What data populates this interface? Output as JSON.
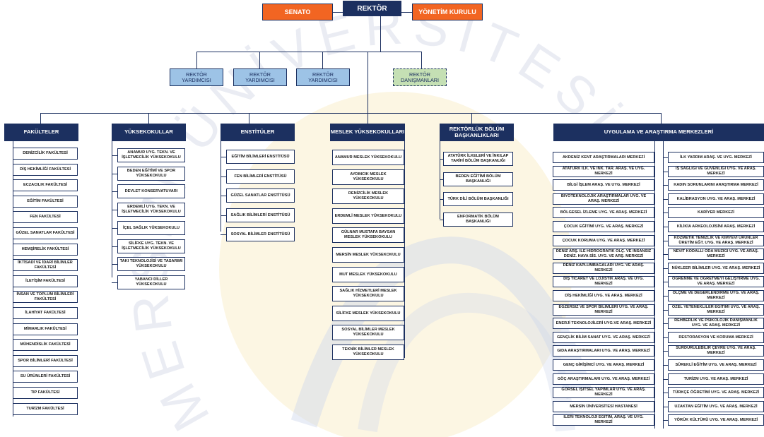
{
  "top": {
    "rektor": "REKTÖR",
    "senato": "SENATO",
    "yonetim": "YÖNETİM KURULU"
  },
  "advisors": [
    "REKTÖR\nYARDIMCISI",
    "REKTÖR\nYARDIMCISI",
    "REKTÖR\nYARDIMCISI",
    "REKTÖR\nDANIŞMANLARI"
  ],
  "fakulteler": {
    "title": "FAKÜLTELER",
    "items": [
      "DENİZCİLİK FAKÜLTESİ",
      "DİŞ HEKİMLİĞİ FAKÜLTESİ",
      "ECZACILIK FAKÜLTESİ",
      "EĞİTİM FAKÜLTESİ",
      "FEN FAKÜLTESİ",
      "GÜZEL SANATLAR FAKÜLTESİ",
      "HEMŞİRELİK FAKÜLTESİ",
      "İKTİSADİ VE İDARİ BİLİMLER FAKÜLTESİ",
      "İLETİŞİM FAKÜLTESİ",
      "İNSAN VE TOPLUM BİLİMLERİ FAKÜLTESİ",
      "İLAHİYAT FAKÜLTESİ",
      "MİMARLIK FAKÜLTESİ",
      "MÜHENDİSLİK FAKÜLTESİ",
      "SPOR BİLİMLERİ FAKÜLTESİ",
      "SU ÜRÜNLERİ FAKÜLTESİ",
      "TIP FAKÜLTESİ",
      "TURİZM FAKÜLTESİ"
    ]
  },
  "yuksekokullar": {
    "title": "YÜKSEKOKULLAR",
    "items": [
      "ANAMUR UYG. TEKN. VE İŞLETMECİLİK YÜKSEKOKULU",
      "BEDEN EĞİTİMİ VE SPOR YÜKSEKOKULU",
      "DEVLET KONSERVATUVARI",
      "ERDEMLİ UYG. TEKN. VE İŞLETMECİLİK YÜKSEKOKULU",
      "İÇEL SAĞLIK YÜKSEKOKULU",
      "SİLİFKE UYG. TEKN. VE İŞLETMECİLİK YÜKSEKOKULU",
      "TAKI TEKNOLOJİSİ VE TASARIMI YÜKSEKOKULU",
      "YABANCI DİLLER YÜKSEKOKULU"
    ]
  },
  "enstituler": {
    "title": "ENSTİTÜLER",
    "items": [
      "EĞİTİM BİLİMLERİ ENSTİTÜSÜ",
      "FEN BİLİMLERİ ENSTİTÜSÜ",
      "GÜZEL SANATLAR ENSTİTÜSÜ",
      "SAĞLIK BİLİMLERİ ENSTİTÜSÜ",
      "SOSYAL BİLİMLER ENSTİTÜSÜ"
    ]
  },
  "meslek": {
    "title": "MESLEK YÜKSEKOKULLARI",
    "items": [
      "ANAMUR MESLEK YÜKSEKOKULU",
      "AYDINCIK MESLEK YÜKSEKOKULU",
      "DENİZCİLİK MESLEK YÜKSEKOKULU",
      "ERDEMLİ MESLEK YÜKSEKOKULU",
      "GÜLNAR MUSTAFA BAYSAN MESLEK YÜKSEKOKULU",
      "MERSİN MESLEK YÜKSEKOKULU",
      "MUT MESLEK YÜKSEKOKULU",
      "SAĞLIK HİZMETLERİ MESLEK YÜKSEKOKULU",
      "SİLİFKE MESLEK YÜKSEKOKULU",
      "SOSYAL BİLİMLER MESLEK YÜKSEKOKULU",
      "TEKNİK BİLİMLER MESLEK YÜKSEKOKULU"
    ]
  },
  "bolum": {
    "title": "REKTÖRLÜK BÖLÜM BAŞKANLIKLARI",
    "items": [
      "ATATÜRK İLKELERİ VE İNKILAP TARİHİ BÖLÜM BAŞKANLIĞI",
      "BEDEN EĞİTİMİ BÖLÜM BAŞKANLIĞI",
      "TÜRK DİLİ BÖLÜM BAŞKANLIĞI",
      "ENFORMATİK BÖLÜM BAŞKANLIĞI"
    ]
  },
  "merkezler": {
    "title": "UYGULAMA VE ARAŞTIRMA MERKEZLERİ",
    "left": [
      "AKDENİZ KENT ARAŞTIRMALARI MERKEZİ",
      "ATATÜRK İLK. VE İNK. TAR. ARAŞ. VE UYG. MERKEZİ",
      "BİLGİ İŞLEM ARAŞ. VE UYG. MERKEZİ",
      "BİYOTEKNOLOJİK ARAŞTIRMALAR UYG. VE ARAŞ. MERKEZİ",
      "BÖLGESEL İZLEME UYG. VE ARAŞ. MERKEZİ",
      "ÇOCUK EĞİTİMİ UYG. VE ARAŞ. MERKEZİ",
      "ÇOCUK KORUMA UYG. VE ARAŞ. MERKEZİ",
      "DENİZ ARŞ. İLE HİDROGRAFİK ÖLÇ. VE İNSANSIZ DENİZ. HAVA SİS. UYG. VE ARŞ. MERKEZİ",
      "DENİZ KAPLUMBAĞALARI UYG. VE ARAŞ. MERKEZİ",
      "DIŞ TİCARET VE LOJİSTİK ARAŞ. VE UYG. MERKEZİ",
      "DİŞ HEKİMLİĞİ UYG. VE ARAŞ. MERKEZİ",
      "EGZERSİZ VE SPOR BİLİMLERİ UYG. VE ARAŞ. MERKEZİ",
      "ENERJİ TEKNOLOJİLERİ UYG.VE ARAŞ. MERKEZİ",
      "GENÇLİK BİLİM SANAT UYG. VE ARAŞ. MERKEZİ",
      "GIDA ARAŞTIRMALARI UYG. VE ARAŞ. MERKEZİ",
      "GENÇ GİRİŞİMCİ UYG. VE ARAŞ. MERKEZİ",
      "GÖÇ ARAŞTIRMALARI UYG. VE ARAŞ. MERKEZİ",
      "GÖRSEL İŞİTSEL YAPIMLAR UYG. VE ARAŞ. MERKEZİ",
      "MERSİN ÜNİVERSİTESİ HASTANESİ",
      "İLERİ TEKNOLOJİ EĞİTİM, ARAŞ. VE UYG. MERKEZİ"
    ],
    "right": [
      "İLK YARDIM ARAŞ. VE UYG. MERKEZİ",
      "İŞ SAĞLIĞI VE GÜVENLİĞİ UYG. VE ARAŞ. MERKEZİ",
      "KADIN SORUNLARINI ARAŞTIRMA MERKEZİ",
      "KALİBRASYON UYG. VE ARAŞ. MERKEZİ",
      "KARİYER MERKEZİ",
      "KİLİKİA ARKEOLOJİSİNİ ARAŞ. MERKEZİ",
      "KOZMETİK TEMİZLİK VE KİMYEVİ ÜRÜNLER ÜRETİM EĞT. UYG. VE ARAŞ. MERKEZİ",
      "NEVİT KODALLI ODA MÜZİĞİ UYG. VE ARAŞ. MERKEZİ",
      "NÜKLEER BİLİMLER UYG. VE ARAŞ. MERKEZİ",
      "ÖĞRENME VE ÖĞRETMEYİ GELİŞTİRME UYG. VE ARAŞ. MERKEZİ",
      "ÖLÇME VE DEĞERLENDİRME UYG. VE ARAŞ. MERKEZİ",
      "ÖZEL YETENEKLİLER EĞİTİMİ UYG. VE ARAŞ. MERKEZİ",
      "REHBERLİK VE PSİKOLOJİK DANIŞMANLIK UYG. VE ARAŞ. MERKEZİ",
      "RESTORASYON VE KORUMA MERKEZİ",
      "SÜRDÜRÜLEBİLİR ÇEVRE UYG. VE ARAŞ. MERKEZİ",
      "SÜREKLİ EĞİTİM UYG. VE ARAŞ. MERKEZİ",
      "TURİZM UYG. VE ARAŞ. MERKEZİ",
      "TÜRKÇE ÖĞRETİMİ UYG. VE ARAŞ. MERKEZİ",
      "UZAKTAN EĞİTİM UYG. VE ARAŞ. MERKEZİ",
      "YÖRÜK KÜLTÜRÜ UYG. VE ARAŞ. MERKEZİ"
    ]
  },
  "watermark": {
    "text": "MERSİN ÜNİVERSİTESİ",
    "color": "#f5a623",
    "accent": "#1c3060"
  }
}
